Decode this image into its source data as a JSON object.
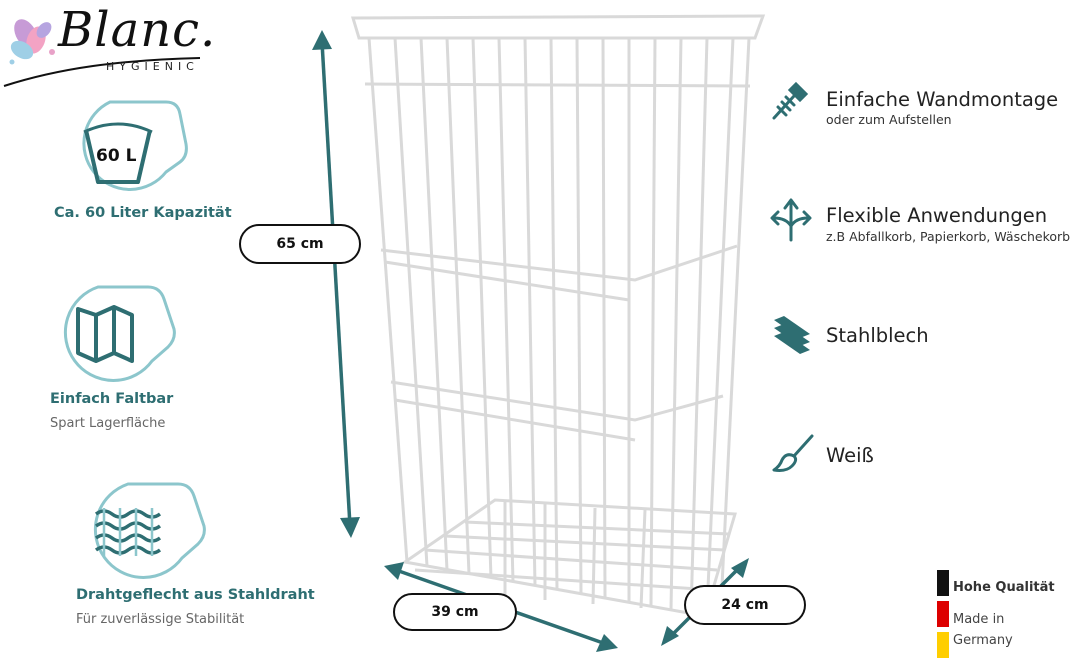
{
  "logo": {
    "name": "Blanc.",
    "tagline": "HYGIENIC"
  },
  "left_features": [
    {
      "icon": "laundry-capacity-icon",
      "badge": "60 L",
      "title": "Ca. 60 Liter Kapazität",
      "subtitle": ""
    },
    {
      "icon": "folding-map-icon",
      "title": "Einfach Faltbar",
      "subtitle": "Spart Lagerfläche"
    },
    {
      "icon": "wire-mesh-icon",
      "title": "Drahtgeflecht aus Stahldraht",
      "subtitle": "Für zuverlässige Stabilität"
    }
  ],
  "dimensions": {
    "height": "65 cm",
    "width": "39 cm",
    "depth": "24 cm"
  },
  "right_features": [
    {
      "icon": "screw-icon",
      "title": "Einfache Wandmontage",
      "subtitle": "oder zum Aufstellen"
    },
    {
      "icon": "split-arrows-icon",
      "title": "Flexible Anwendungen",
      "subtitle": "z.B Abfallkorb, Papierkorb, Wäschekorb"
    },
    {
      "icon": "steel-beam-icon",
      "title": "Stahlblech",
      "subtitle": ""
    },
    {
      "icon": "paintbrush-icon",
      "title": "Weiß",
      "subtitle": ""
    }
  ],
  "quality": {
    "line1": "Hohe Qualität",
    "line2": "Made in",
    "line3": "Germany"
  },
  "colors": {
    "teal": "#2e6e72",
    "teal_light": "#8cc6cc",
    "flag_black": "#111111",
    "flag_red": "#dd0000",
    "flag_gold": "#ffce00"
  }
}
